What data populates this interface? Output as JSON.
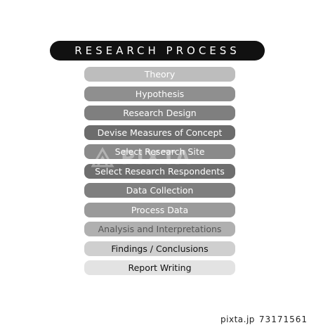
{
  "title": "RESEARCH PROCESS",
  "steps": [
    {
      "label": "Theory",
      "bg": "#bdbdbd",
      "fg": "#ffffff"
    },
    {
      "label": "Hypothesis",
      "bg": "#8f8f8f",
      "fg": "#ffffff"
    },
    {
      "label": "Research Design",
      "bg": "#7f7f7f",
      "fg": "#ffffff"
    },
    {
      "label": "Devise Measures of Concept",
      "bg": "#6c6c6c",
      "fg": "#ffffff"
    },
    {
      "label": "Select Research Site",
      "bg": "#8a8a8a",
      "fg": "#ffffff"
    },
    {
      "label": "Select Research Respondents",
      "bg": "#6e6e6e",
      "fg": "#ffffff"
    },
    {
      "label": "Data Collection",
      "bg": "#7f7f7f",
      "fg": "#ffffff"
    },
    {
      "label": "Process Data",
      "bg": "#9a9a9a",
      "fg": "#ffffff"
    },
    {
      "label": "Analysis and Interpretations",
      "bg": "#b0b0b0",
      "fg": "#555555"
    },
    {
      "label": "Findings / Conclusions",
      "bg": "#cfcfcf",
      "fg": "#111111"
    },
    {
      "label": "Report Writing",
      "bg": "#e3e3e3",
      "fg": "#111111"
    }
  ],
  "watermark": {
    "brand": "PIXTA"
  },
  "footer": {
    "brand": "pixta.jp",
    "id": "73171561"
  }
}
